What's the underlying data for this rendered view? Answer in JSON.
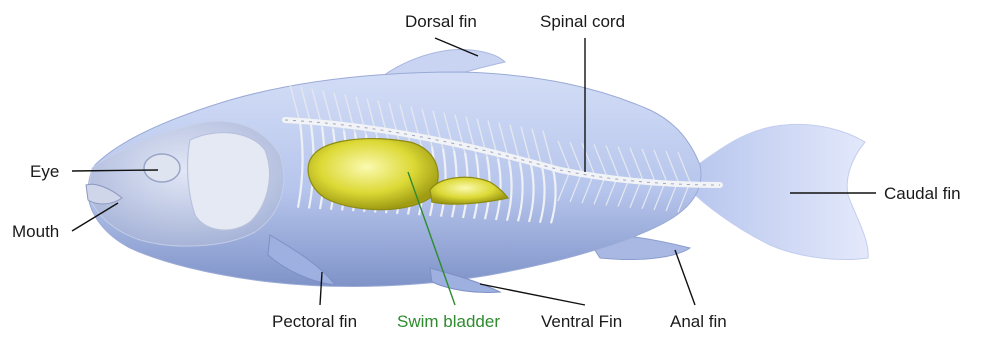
{
  "labels": {
    "dorsal_fin": "Dorsal fin",
    "spinal_cord": "Spinal cord",
    "eye": "Eye",
    "mouth": "Mouth",
    "caudal_fin": "Caudal fin",
    "pectoral_fin": "Pectoral fin",
    "swim_bladder": "Swim bladder",
    "ventral_fin": "Ventral Fin",
    "anal_fin": "Anal fin"
  },
  "colors": {
    "body": "#b9c8ee",
    "body_shadow": "#8597cc",
    "bone": "#eef0f4",
    "swim_bladder": "#d9d834",
    "swim_bladder_label": "#2e8b2e",
    "leader_line": "#111111"
  }
}
